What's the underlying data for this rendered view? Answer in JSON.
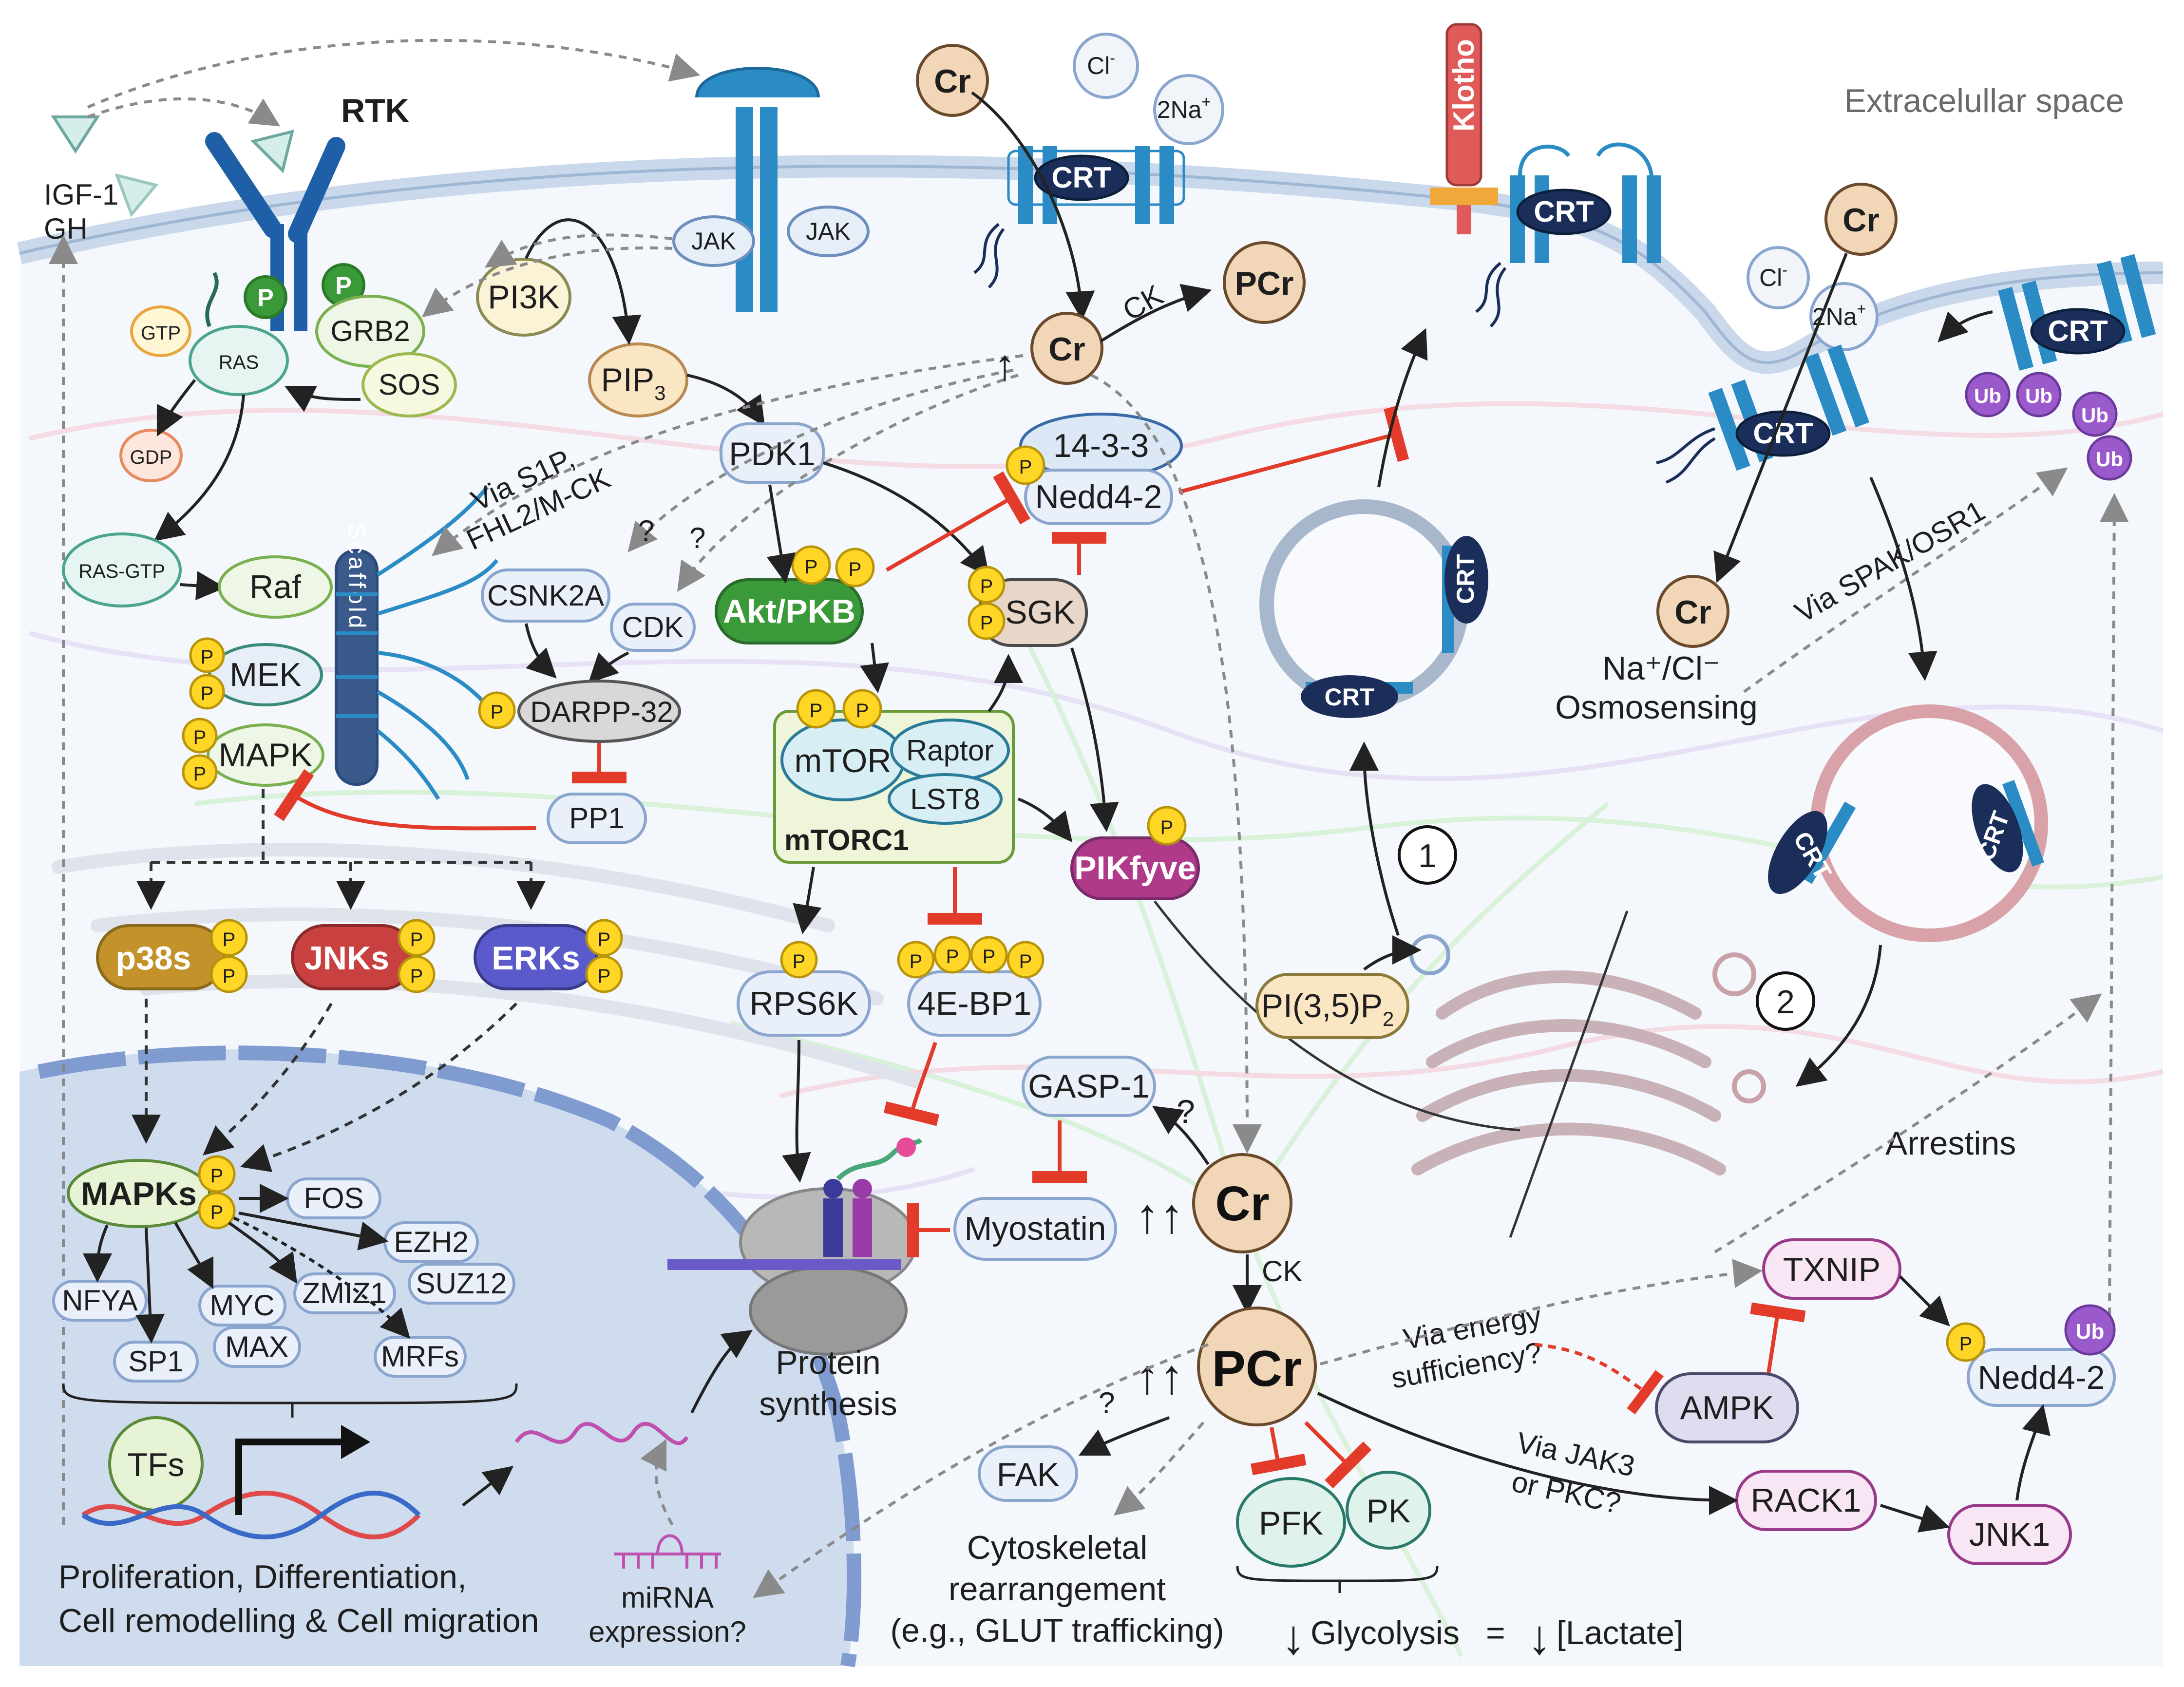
{
  "regions": {
    "extracellular": "Extracelullar space"
  },
  "ligands": {
    "igf": "IGF-1",
    "gh": "GH"
  },
  "receptors": {
    "rtk": "RTK",
    "jak_left": "JAK",
    "jak_right": "JAK"
  },
  "nodes": {
    "gtp": "GTP",
    "ras": "RAS",
    "gdp": "GDP",
    "grb2": "GRB2",
    "sos": "SOS",
    "ras_gtp": "RAS-GTP",
    "raf": "Raf",
    "mek": "MEK",
    "mapk": "MAPK",
    "scaffold": "Scaffold",
    "pi3k": "PI3K",
    "pip3": "PIP",
    "pip3_sub": "3",
    "pdk1": "PDK1",
    "akt": "Akt/PKB",
    "sgk": "SGK",
    "p1433": "14-3-3",
    "nedd42_top": "Nedd4-2",
    "csnk2a": "CSNK2A",
    "cdk": "CDK",
    "darpp32": "DARPP-32",
    "pp1": "PP1",
    "mtor": "mTOR",
    "raptor": "Raptor",
    "lst8": "LST8",
    "mtorc1": "mTORC1",
    "pikfyve": "PIKfyve",
    "rps6k": "RPS6K",
    "ebp1": "4E-BP1",
    "p38s": "p38s",
    "jnks": "JNKs",
    "erks": "ERKs",
    "mapks": "MAPKs",
    "fos": "FOS",
    "ezh2": "EZH2",
    "suz12": "SUZ12",
    "zmiz1": "ZMIZ1",
    "myc": "MYC",
    "max": "MAX",
    "nfya": "NFYA",
    "sp1": "SP1",
    "mrfs": "MRFs",
    "tfs": "TFs",
    "gasp1": "GASP-1",
    "myostatin": "Myostatin",
    "cr_center": "Cr",
    "pcr_center": "PCr",
    "cr_top": "Cr",
    "pcr_top": "PCr",
    "cr_out1": "Cr",
    "cr_out2": "Cr",
    "cr_in2": "Cr",
    "fak": "FAK",
    "pfk": "PFK",
    "pk": "PK",
    "pi35p2": "PI(3,5)P",
    "pi35p2_sub": "2",
    "txnip": "TXNIP",
    "ampk": "AMPK",
    "rack1": "RACK1",
    "jnk1": "JNK1",
    "nedd42_bottom": "Nedd4-2",
    "klotho": "Klotho",
    "cl1": "Cl",
    "na1": "2Na",
    "cl2": "Cl",
    "na2": "2Na",
    "crt": "CRT",
    "ub": "Ub",
    "p": "P"
  },
  "annotations": {
    "via_s1p": "Via S1P,",
    "fhl2": "FHL2/M-CK",
    "q": "?",
    "ck": "CK",
    "via_spak": "Via SPAK/OSR1",
    "nacl": "Na⁺/Cl⁻",
    "osmosensing": "Osmosensing",
    "arrestins": "Arrestins",
    "via_energy": "Via energy",
    "sufficiency": "sufficiency?",
    "via_jak3": "Via JAK3",
    "or_pkc": "or PKC?",
    "step1": "1",
    "step2": "2",
    "protein1": "Protein",
    "protein2": "synthesis",
    "mirna1": "miRNA",
    "mirna2": "expression?",
    "prolif1": "Proliferation, Differentiation,",
    "prolif2": "Cell remodelling & Cell migration",
    "cyto1": "Cytoskeletal",
    "cyto2": "rearrangement",
    "cyto3": "(e.g., GLUT trafficking)",
    "glycolysis": "Glycolysis",
    "eq": "=",
    "lactate": "[Lactate]",
    "up": "↑",
    "upup": "↑↑",
    "down": "↓"
  },
  "colors": {
    "cell_bg": "#f4f7fb",
    "membrane": "#c9d8ea",
    "nucleus": "#cfdcee",
    "green_fill": "#e8f4dc",
    "green_stroke": "#8cc06a",
    "blue_fill": "#eaf0fa",
    "blue_stroke": "#8aa6cf",
    "yellow_p": "#ffd526",
    "crt_dark": "#1b2e5a",
    "akt_green": "#3a9a3a",
    "pikfyve": "#b03a8a",
    "p38": "#c4922a",
    "jnk": "#c84040",
    "erk": "#5a5acb",
    "inhibit": "#e23b2a",
    "cr_fill": "#f1d7b8"
  }
}
